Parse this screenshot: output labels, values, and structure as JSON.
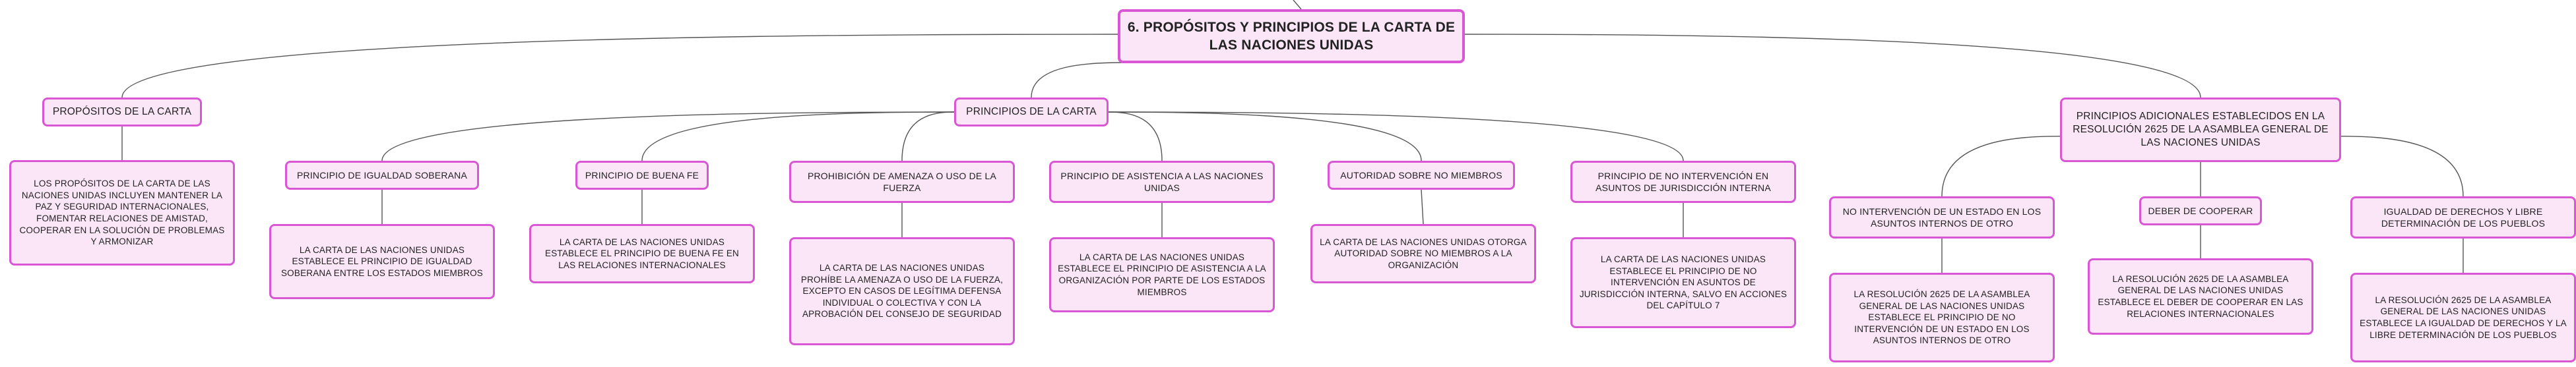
{
  "root": {
    "title": "6. PROPÓSITOS Y PRINCIPIOS DE LA CARTA DE LAS NACIONES UNIDAS"
  },
  "branches": {
    "propositos": {
      "label": "PROPÓSITOS DE LA CARTA",
      "detail": "LOS PROPÓSITOS DE LA CARTA DE LAS NACIONES UNIDAS INCLUYEN MANTENER LA PAZ Y SEGURIDAD INTERNACIONALES, FOMENTAR RELACIONES DE AMISTAD, COOPERAR EN LA SOLUCIÓN DE PROBLEMAS Y ARMONIZAR"
    },
    "principios": {
      "label": "PRINCIPIOS DE LA CARTA",
      "children": [
        {
          "label": "PRINCIPIO DE IGUALDAD SOBERANA",
          "detail": "LA CARTA DE LAS NACIONES UNIDAS ESTABLECE EL PRINCIPIO DE IGUALDAD SOBERANA ENTRE LOS ESTADOS MIEMBROS"
        },
        {
          "label": "PRINCIPIO DE BUENA FE",
          "detail": "LA CARTA DE LAS NACIONES UNIDAS ESTABLECE EL PRINCIPIO DE BUENA FE EN LAS RELACIONES INTERNACIONALES"
        },
        {
          "label": "PROHIBICIÓN DE AMENAZA O USO DE LA FUERZA",
          "detail": "LA CARTA DE LAS NACIONES UNIDAS PROHÍBE LA AMENAZA O USO DE LA FUERZA, EXCEPTO EN CASOS DE LEGÍTIMA DEFENSA INDIVIDUAL O COLECTIVA Y CON LA APROBACIÓN DEL CONSEJO DE SEGURIDAD"
        },
        {
          "label": "PRINCIPIO DE ASISTENCIA A LAS NACIONES UNIDAS",
          "detail": "LA CARTA DE LAS NACIONES UNIDAS ESTABLECE EL PRINCIPIO DE ASISTENCIA A LA ORGANIZACIÓN POR PARTE DE LOS ESTADOS MIEMBROS"
        },
        {
          "label": "AUTORIDAD SOBRE NO MIEMBROS",
          "detail": "LA CARTA DE LAS NACIONES UNIDAS OTORGA AUTORIDAD SOBRE NO MIEMBROS A LA ORGANIZACIÓN"
        },
        {
          "label": "PRINCIPIO DE NO INTERVENCIÓN EN ASUNTOS DE JURISDICCIÓN INTERNA",
          "detail": "LA CARTA DE LAS NACIONES UNIDAS ESTABLECE EL PRINCIPIO DE NO INTERVENCIÓN EN ASUNTOS DE JURISDICCIÓN INTERNA, SALVO EN ACCIONES DEL CAPÍTULO 7"
        }
      ]
    },
    "adicionales": {
      "label": "PRINCIPIOS ADICIONALES ESTABLECIDOS EN LA RESOLUCIÓN 2625 DE LA ASAMBLEA GENERAL DE LAS NACIONES UNIDAS",
      "children": [
        {
          "label": "NO INTERVENCIÓN DE UN ESTADO EN LOS ASUNTOS INTERNOS DE OTRO",
          "detail": "LA RESOLUCIÓN 2625 DE LA ASAMBLEA GENERAL DE LAS NACIONES UNIDAS ESTABLECE EL PRINCIPIO DE NO INTERVENCIÓN DE UN ESTADO EN LOS ASUNTOS INTERNOS DE OTRO"
        },
        {
          "label": "DEBER DE COOPERAR",
          "detail": "LA RESOLUCIÓN 2625 DE LA ASAMBLEA GENERAL DE LAS NACIONES UNIDAS ESTABLECE EL DEBER DE COOPERAR EN LAS RELACIONES INTERNACIONALES"
        },
        {
          "label": "IGUALDAD DE DERECHOS Y LIBRE DETERMINACIÓN DE LOS PUEBLOS",
          "detail": "LA RESOLUCIÓN 2625 DE LA ASAMBLEA GENERAL DE LAS NACIONES UNIDAS ESTABLECE LA IGUALDAD DE DERECHOS Y LA LIBRE DETERMINACIÓN DE LOS PUEBLOS"
        }
      ]
    }
  },
  "colors": {
    "node_fill": "#fbe6f8",
    "node_border": "#d957d4",
    "connector": "#555555",
    "text": "#222222"
  }
}
